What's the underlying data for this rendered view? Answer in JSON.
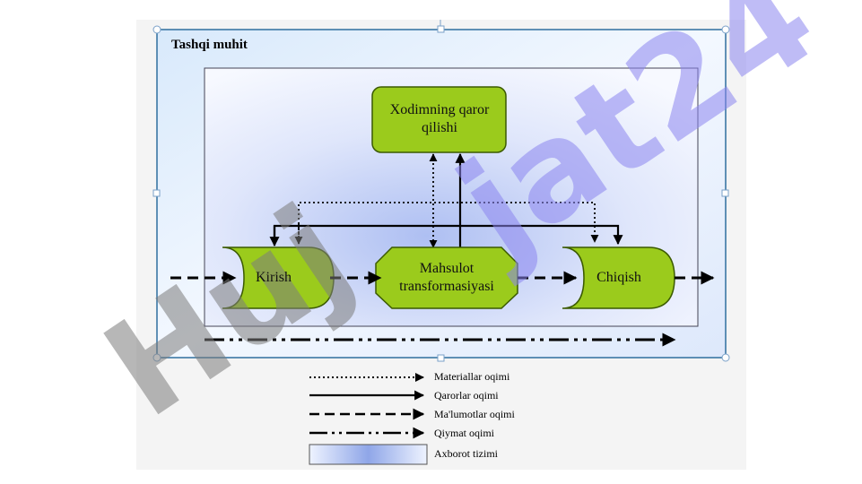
{
  "diagram": {
    "outer_label": "Tashqi muhit",
    "nodes": {
      "decision": "Xodimning qaror qilishi",
      "input": "Kirish",
      "transform": "Mahsulot transformasiyasi",
      "output": "Chiqish"
    },
    "legend": [
      {
        "style": "dotted",
        "label": "Materiallar oqimi"
      },
      {
        "style": "solid",
        "label": "Qarorlar oqimi"
      },
      {
        "style": "dashed",
        "label": "Ma'lumotlar oqimi"
      },
      {
        "style": "dash-dot",
        "label": "Qiymat oqimi"
      },
      {
        "style": "gradient-box",
        "label": "Axborot tizimi"
      }
    ],
    "watermark": "Hujjat24"
  },
  "colors": {
    "node_fill": "#9bcb1c",
    "node_stroke": "#3b5a00",
    "frame_stroke": "#2f6f9f",
    "watermark_purple": "#8c86f0",
    "watermark_gray": "#8a8a8a"
  }
}
